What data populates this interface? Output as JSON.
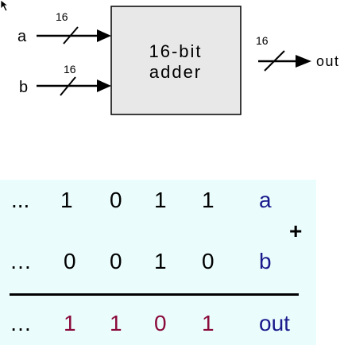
{
  "adder": {
    "block_label_line1": "16-bit",
    "block_label_line2": "adder",
    "inputs": [
      {
        "label": "a",
        "width_label": "16"
      },
      {
        "label": "b",
        "width_label": "16"
      }
    ],
    "output": {
      "label": "out",
      "width_label": "16"
    }
  },
  "bit_example": {
    "rows": [
      {
        "prefix": "...",
        "bits": [
          "1",
          "0",
          "1",
          "1"
        ],
        "label": "a"
      },
      {
        "prefix": "…",
        "bits": [
          "0",
          "0",
          "1",
          "0"
        ],
        "label": "b"
      },
      {
        "prefix": "…",
        "bits": [
          "1",
          "1",
          "0",
          "1"
        ],
        "label": "out"
      }
    ],
    "operator": "+"
  },
  "colors": {
    "panel_background": "#ebfcfc",
    "block_fill": "#e8e8e8",
    "operand_bits": "#000000",
    "result_bits": "#8b0a3c",
    "signal_labels": "#1a1a8c"
  },
  "icons": [
    "mouse-cursor-icon"
  ]
}
